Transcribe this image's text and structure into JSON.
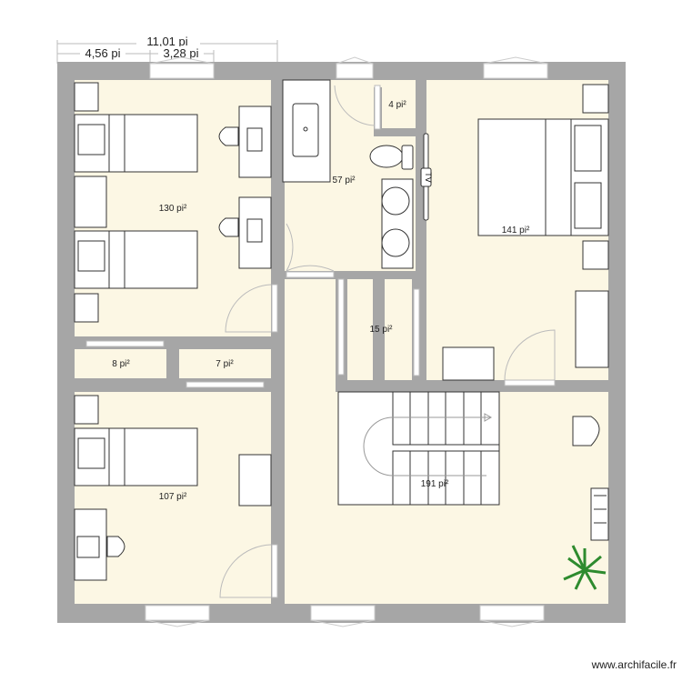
{
  "dimensions": {
    "total": "11,01 pi",
    "left": "4,56 pi",
    "window": "3,28 pi"
  },
  "rooms": [
    {
      "id": "bedroom-1",
      "area": "130 pi²"
    },
    {
      "id": "bathroom",
      "area": "57 pi²"
    },
    {
      "id": "closet-small",
      "area": "4 pi²"
    },
    {
      "id": "bedroom-master",
      "area": "141 pi²"
    },
    {
      "id": "storage-1",
      "area": "8 pi²"
    },
    {
      "id": "storage-2",
      "area": "7 pi²"
    },
    {
      "id": "closets-center",
      "area": "15 pi²"
    },
    {
      "id": "bedroom-2",
      "area": "107 pi²"
    },
    {
      "id": "hall-stairs",
      "area": "191 pi²"
    }
  ],
  "fixtures": {
    "tv_label": "TV"
  },
  "colors": {
    "wall": "#a6a6a6",
    "floor": "#fcf7e4",
    "furniture": "#ffffff",
    "stroke": "#333333",
    "plant": "#2e8b2e"
  },
  "watermark": "www.archifacile.fr"
}
